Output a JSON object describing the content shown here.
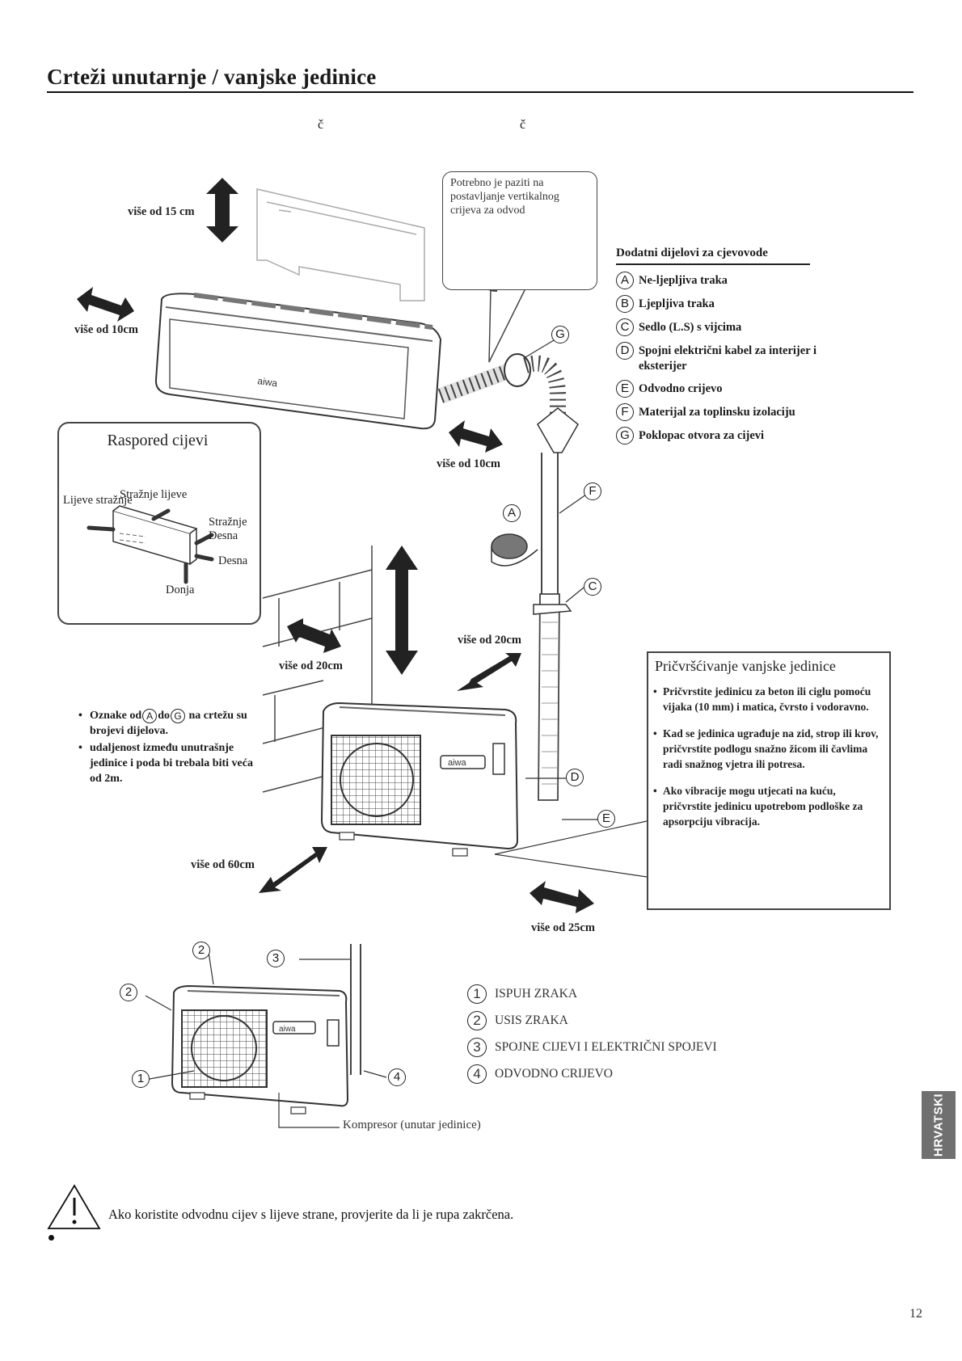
{
  "page": {
    "title": "Crteži unutarnje / vanjske jedinice",
    "stray_chars": [
      "č",
      "č"
    ],
    "language_tab": "HRVATSKI",
    "page_number": "12"
  },
  "clearances": {
    "top_indoor": "više od 15 cm",
    "left_indoor": "više od 10cm",
    "right_indoor": "više od 10cm",
    "wall_side": "više od 20cm",
    "rear_outdoor": "više od 20cm",
    "front_outdoor": "više od 60cm",
    "right_outdoor": "više od 25cm"
  },
  "callout": {
    "text": "Potrebno je paziti na postavljanje vertikalnog crijeva za odvod"
  },
  "parts": {
    "heading": "Dodatni dijelovi za cjevovode",
    "items": [
      {
        "key": "A",
        "label": "Ne-ljepljiva traka"
      },
      {
        "key": "B",
        "label": "Ljepljiva traka"
      },
      {
        "key": "C",
        "label": "Sedlo (L.S) s vijcima"
      },
      {
        "key": "D",
        "label": "Spojni električni kabel za interijer i eksterijer"
      },
      {
        "key": "E",
        "label": "Odvodno crijevo"
      },
      {
        "key": "F",
        "label": "Materijal za toplinsku izolaciju"
      },
      {
        "key": "G",
        "label": "Poklopac otvora za cijevi"
      }
    ],
    "diagram_markers": [
      "G",
      "F",
      "A",
      "C",
      "D",
      "E"
    ]
  },
  "pipe_layout": {
    "title": "Raspored cijevi",
    "labels": {
      "left_rear": "Lijeve stražnje",
      "rear_left": "Stražnje lijeve",
      "rear_right": "Stražnje Desna",
      "right": "Desna",
      "bottom": "Donja"
    }
  },
  "notes": {
    "items": [
      {
        "before": "Oznake od",
        "from": "A",
        "mid": "do",
        "to": "G",
        "after": "na crtežu su brojevi dijelova."
      },
      {
        "text": "udaljenost između unutrašnje jedinice i poda bi trebala biti veća od 2m."
      }
    ]
  },
  "fixing": {
    "title": "Pričvršćivanje vanjske jedinice",
    "items": [
      "Pričvrstite jedinicu za beton ili ciglu pomoću vijaka (10 mm) i matica, čvrsto i vodoravno.",
      "Kad se jedinica ugrađuje na zid, strop ili krov, pričvrstite podlogu snažno žicom ili čavlima radi snažnog vjetra ili potresa.",
      "Ako vibracije mogu utjecati na kuću, pričvrstite jedinicu upotrebom podloške za apsorpciju vibracija."
    ]
  },
  "outdoor_legend": {
    "items": [
      {
        "num": "1",
        "label": "ISPUH ZRAKA"
      },
      {
        "num": "2",
        "label": "USIS ZRAKA"
      },
      {
        "num": "3",
        "label": "SPOJNE CIJEVI I ELEKTRIČNI SPOJEVI"
      },
      {
        "num": "4",
        "label": "ODVODNO CRIJEVO"
      }
    ],
    "diagram_markers": [
      "2",
      "2",
      "3",
      "1",
      "4"
    ],
    "compressor_label": "Kompresor (unutar jedinice)"
  },
  "brand": "aiwa",
  "warning": {
    "icon": "warning-triangle-icon",
    "text": "Ako koristite odvodnu cijev s lijeve strane, provjerite da li je rupa zakrčena."
  }
}
